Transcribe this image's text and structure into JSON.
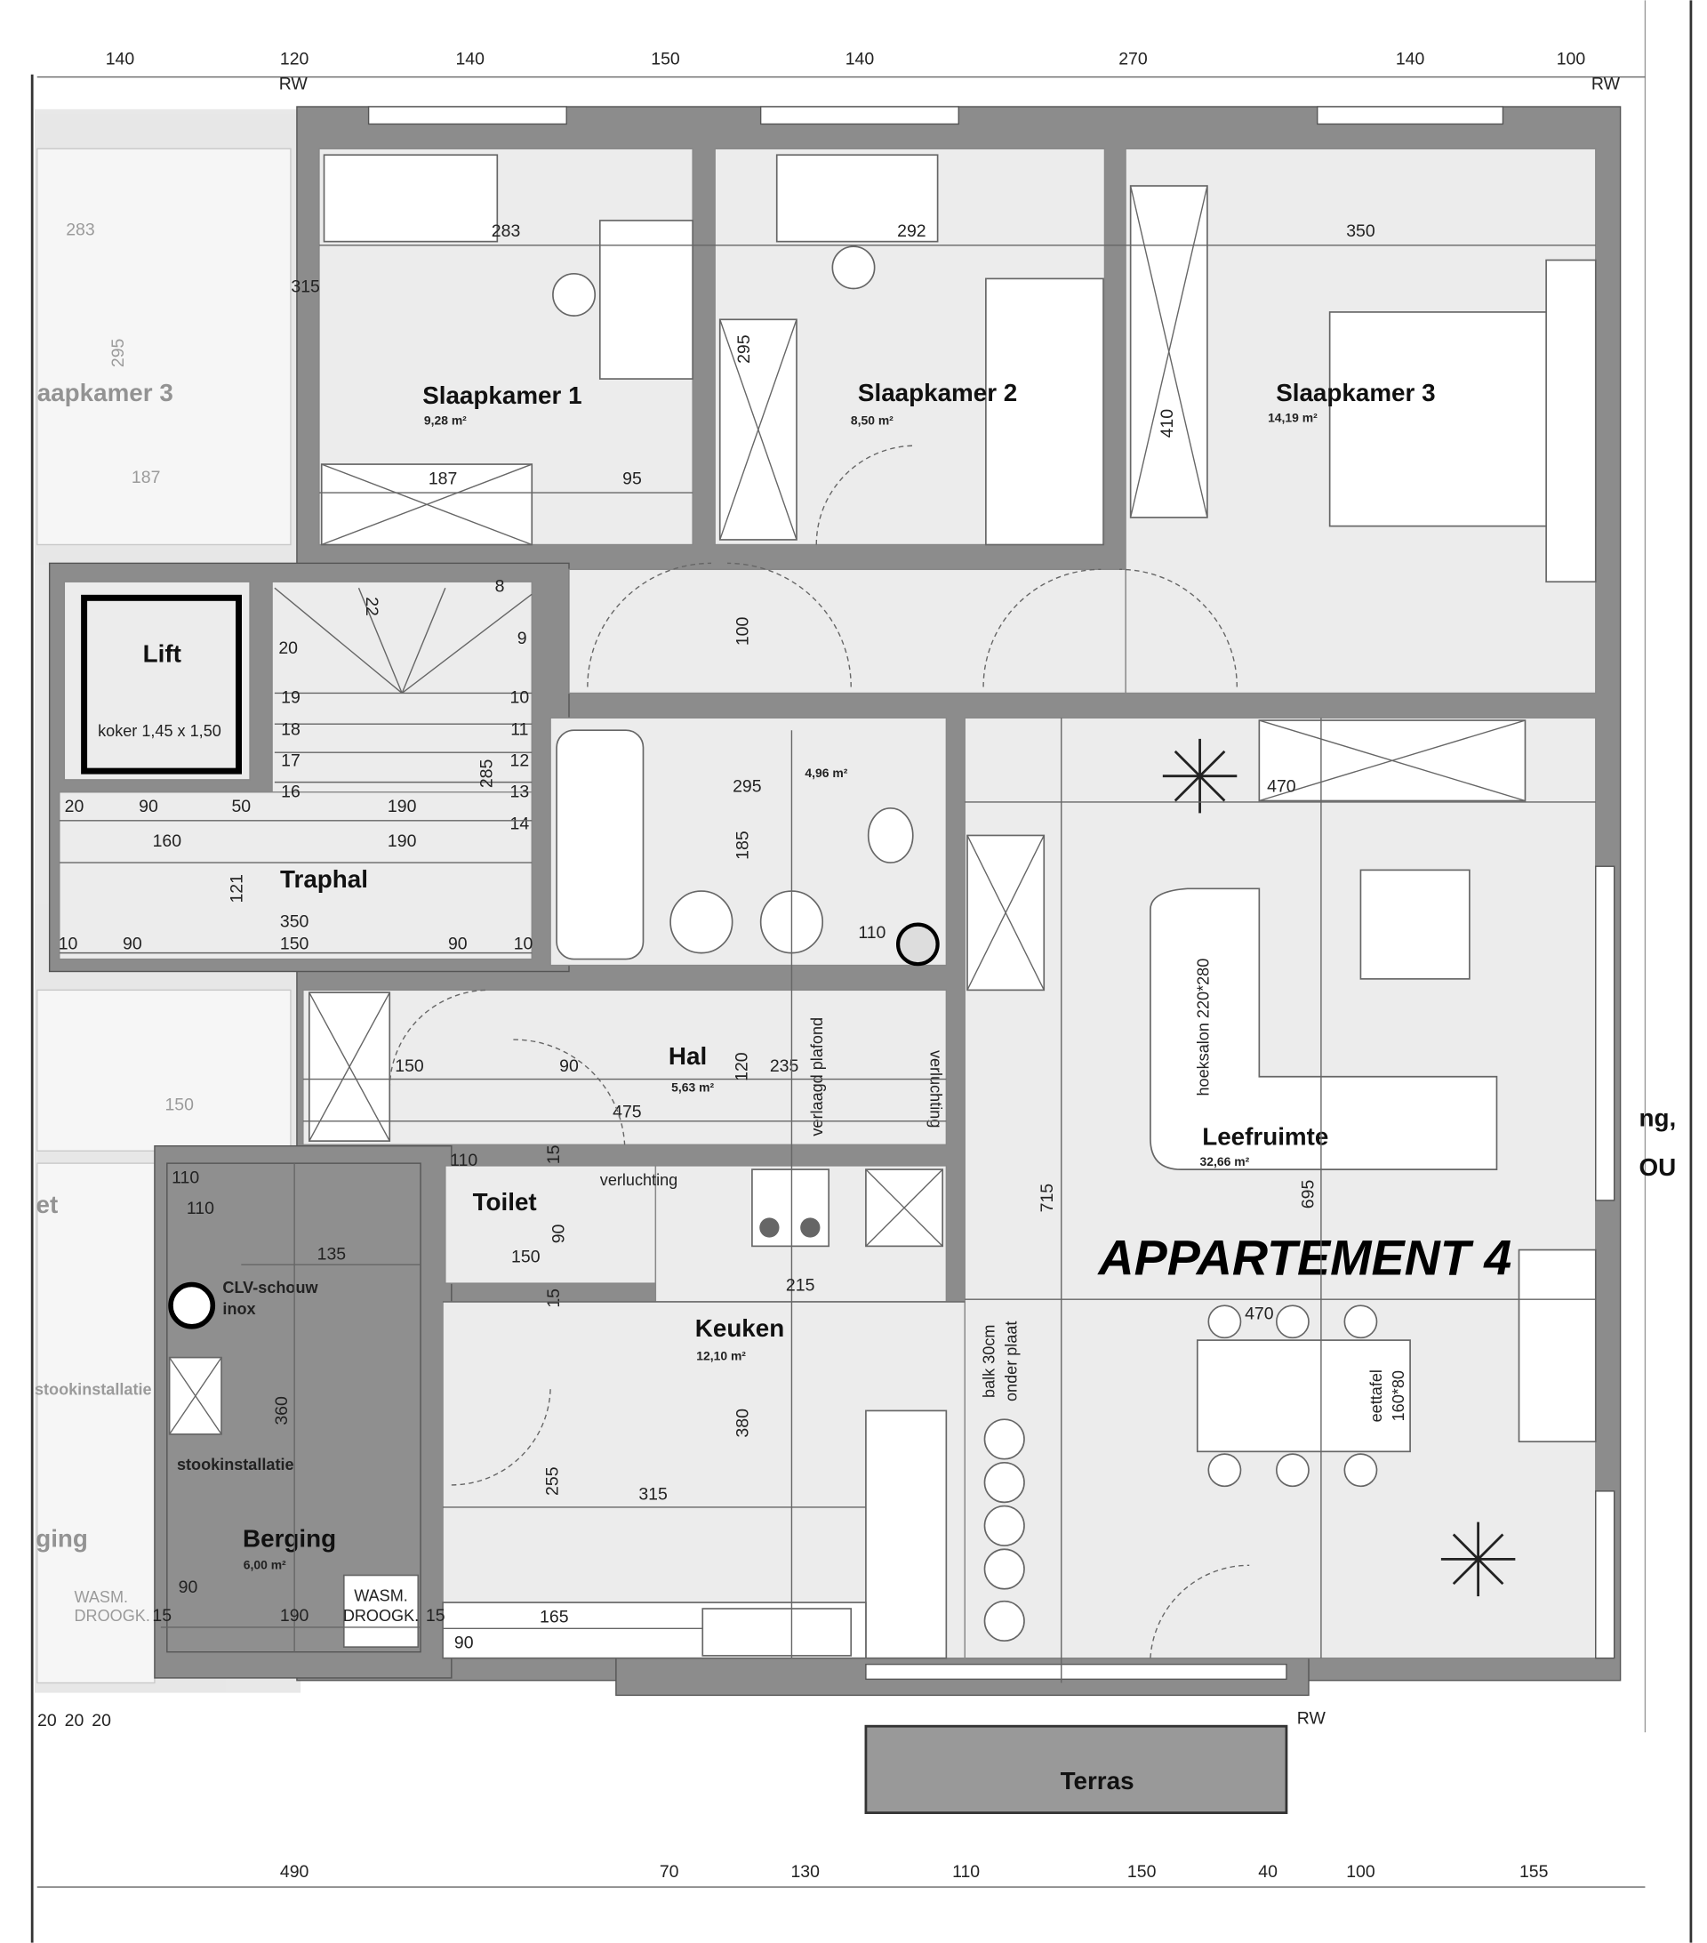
{
  "plan": {
    "title": "APPARTEMENT 4",
    "top_dimensions": [
      "140",
      "120",
      "140",
      "150",
      "140",
      "270",
      "140",
      "100"
    ],
    "bottom_dimensions": [
      "490",
      "70",
      "130",
      "110",
      "150",
      "40",
      "100",
      "155"
    ],
    "rw_marks": [
      "RW",
      "RW",
      "RW"
    ],
    "corner_dimensions": [
      "20",
      "20",
      "20"
    ],
    "rooms": {
      "slaapkamer1": {
        "name": "Slaapkamer 1",
        "area": "9,28 m²"
      },
      "slaapkamer2": {
        "name": "Slaapkamer 2",
        "area": "8,50 m²"
      },
      "slaapkamer3": {
        "name": "Slaapkamer 3",
        "area": "14,19 m²"
      },
      "lift": {
        "name": "Lift",
        "note": "koker 1,45 x 1,50"
      },
      "traphal": {
        "name": "Traphal"
      },
      "badkamer": {
        "area": "4,96 m²"
      },
      "hal": {
        "name": "Hal",
        "area": "5,63 m²"
      },
      "leefruimte": {
        "name": "Leefruimte",
        "area": "32,66 m²"
      },
      "toilet": {
        "name": "Toilet"
      },
      "keuken": {
        "name": "Keuken",
        "area": "12,10 m²"
      },
      "berging": {
        "name": "Berging",
        "area": "6,00 m²"
      },
      "terras": {
        "name": "Terras"
      }
    },
    "neighbor": {
      "room": "aapkamer 3",
      "dims": [
        "283",
        "295",
        "187",
        "150"
      ],
      "labels": [
        "stookinstallatie",
        "ging",
        "WASM.",
        "DROOGK.",
        "et"
      ]
    },
    "notes": {
      "clv1": "CLV-schouw",
      "clv2": "inox",
      "stook": "stookinstallatie",
      "wasm": "WASM.",
      "droogk": "DROOGK.",
      "verluchting1": "verluchting",
      "verluchting2": "verluchting",
      "plafond": "verlaagd plafond",
      "hoeksalon": "hoeksalon 220*280",
      "eettafel1": "eettafel",
      "eettafel2": "160*80",
      "balk1": "balk 30cm",
      "balk2": "onder plaat",
      "right_cut1": "ng,",
      "right_cut2": "OU"
    },
    "interior_dimensions": {
      "s1_w": "283",
      "s1_h": "315",
      "s1_b": "187",
      "s1_c": "95",
      "s2_w": "292",
      "s2_h": "295",
      "s3_w": "350",
      "s3_h": "410",
      "corr": "100",
      "stairs": [
        "22",
        "20",
        "19",
        "18",
        "17",
        "16",
        "10",
        "11",
        "12",
        "13",
        "14",
        "9",
        "8"
      ],
      "st_285": "285",
      "st_190a": "190",
      "st_20": "20",
      "st_90": "90",
      "st_50": "50",
      "st_160": "160",
      "st_190b": "190",
      "st_121": "121",
      "st_350": "350",
      "st_10a": "10",
      "st_90b": "90",
      "st_150": "150",
      "st_90c": "90",
      "st_10b": "10",
      "bath_w": "295",
      "bath_h": "185",
      "bath_110": "110",
      "hal_150": "150",
      "hal_90": "90",
      "hal_120": "120",
      "hal_235": "235",
      "hal_475": "475",
      "b_110a": "110",
      "b_110b": "110",
      "b_135": "135",
      "b_360": "360",
      "b_90": "90",
      "b_190": "190",
      "b_15a": "15",
      "b_15b": "15",
      "t_110": "110",
      "t_15a": "15",
      "t_90": "90",
      "t_150": "150",
      "t_15b": "15",
      "k_215": "215",
      "k_380": "380",
      "k_255": "255",
      "k_315": "315",
      "k_165": "165",
      "k_90": "90",
      "l_470a": "470",
      "l_715": "715",
      "l_695": "695",
      "l_470b": "470"
    }
  }
}
